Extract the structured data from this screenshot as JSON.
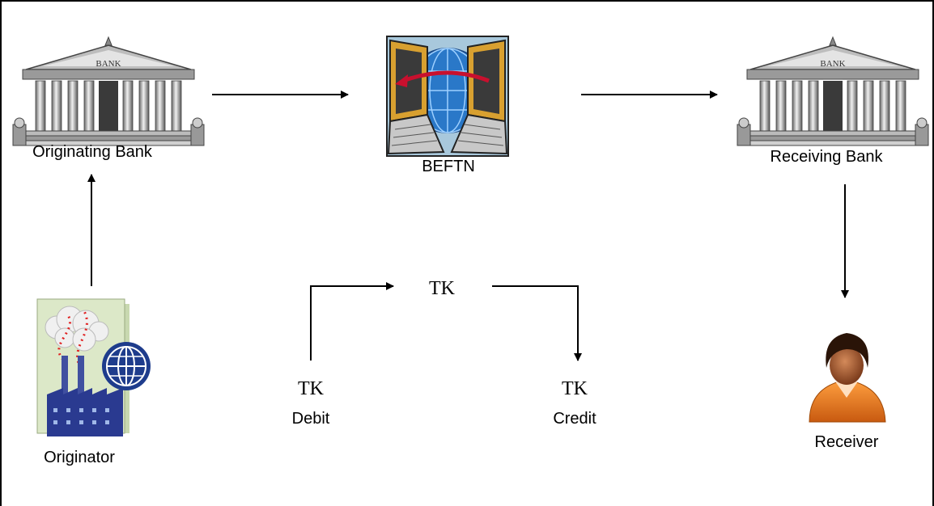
{
  "nodes": {
    "originating_bank": {
      "label": "Originating Bank",
      "icon": "bank-building-icon"
    },
    "beftn": {
      "label": "BEFTN",
      "icon": "network-computers-icon"
    },
    "receiving_bank": {
      "label": "Receiving Bank",
      "icon": "bank-building-icon"
    },
    "originator": {
      "label": "Originator",
      "icon": "factory-globe-icon"
    },
    "receiver": {
      "label": "Receiver",
      "icon": "person-icon"
    }
  },
  "bank_sign": "BANK",
  "money_flow": {
    "debit": {
      "currency": "TK",
      "label": "Debit"
    },
    "middle": {
      "currency": "TK"
    },
    "credit": {
      "currency": "TK",
      "label": "Credit"
    }
  },
  "colors": {
    "line": "#000000",
    "beftn_arrow": "#c8102e",
    "globe_blue": "#1e3c8c",
    "person_orange": "#e8781e"
  }
}
